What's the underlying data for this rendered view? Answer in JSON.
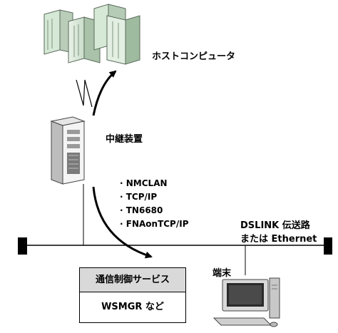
{
  "labels": {
    "host": "ホストコンピュータ",
    "relay": "中継装置",
    "terminal": "端末",
    "line_label_1": "DSLINK 伝送路",
    "line_label_2": "または Ethernet"
  },
  "protocols": [
    "NMCLAN",
    "TCP/IP",
    "TN6680",
    "FNAonTCP/IP"
  ],
  "service_box": {
    "header": "通信制御サービス",
    "body": "WSMGR など"
  },
  "icons": [
    "mainframe-icon",
    "server-tower-icon",
    "desktop-computer-icon",
    "lightning-link-icon"
  ]
}
